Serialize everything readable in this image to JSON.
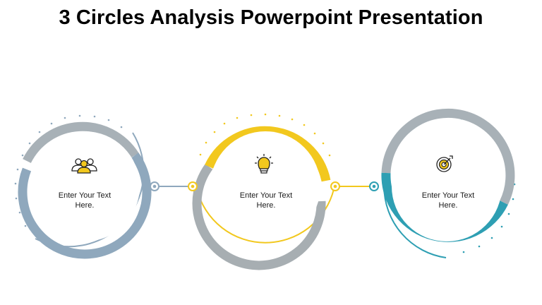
{
  "page": {
    "title": "3 Circles Analysis Powerpoint Presentation"
  },
  "colors": {
    "gray": "#a8b1b7",
    "blue_gray": "#8fa8bd",
    "yellow": "#f2c81e",
    "teal": "#2e9fb3",
    "ring_gray": "#a7aeb2"
  },
  "circles": [
    {
      "icon": "team-icon",
      "text_line1": "Enter Your Text",
      "text_line2": "Here."
    },
    {
      "icon": "lightbulb-icon",
      "text_line1": "Enter Your Text",
      "text_line2": "Here."
    },
    {
      "icon": "target-icon",
      "text_line1": "Enter Your Text",
      "text_line2": "Here."
    }
  ]
}
